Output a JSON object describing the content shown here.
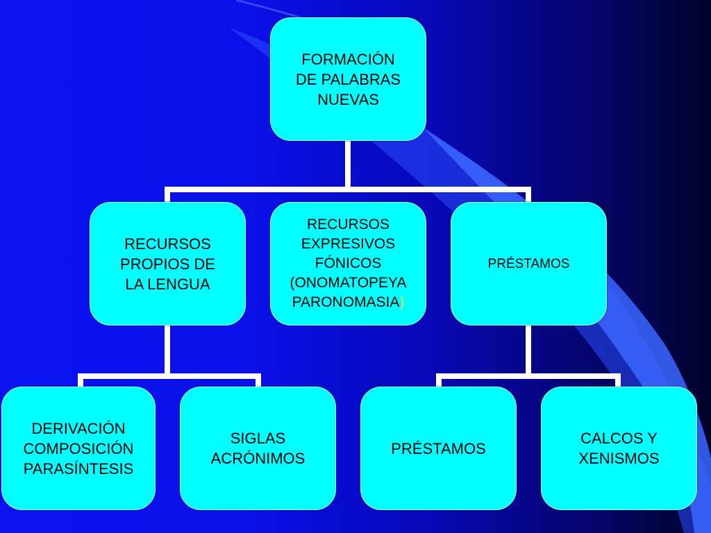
{
  "nodes": {
    "root": "FORMACIÓN\nDE PALABRAS\nNUEVAS",
    "propios": "RECURSOS\nPROPIOS DE\nLA LENGUA",
    "expresivos": "RECURSOS\nEXPRESIVOS\nFÓNICOS\n(ONOMATOPEYA\nPARONOMASIA",
    "expresivos_close": ")",
    "prestamos_mid": "PRÉSTAMOS",
    "derivacion": "DERIVACIÓN\nCOMPOSICIÓN\nPARASÍNTESIS",
    "siglas": "SIGLAS\nACRÓNIMOS",
    "prestamos_leaf": "PRÉSTAMOS",
    "calcos": "CALCOS  Y\nXENISMOS"
  },
  "colors": {
    "node_fill": "#00ffff",
    "connector": "#ffffff",
    "background_left": "#0a12f0",
    "background_right": "#02022a",
    "accent_paren": "#ffd24a"
  }
}
